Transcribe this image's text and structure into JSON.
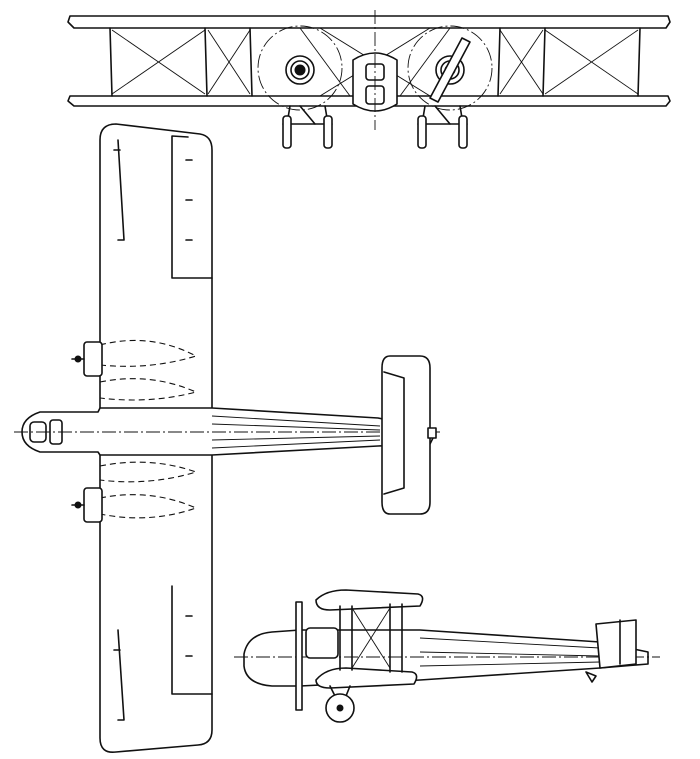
{
  "drawing": {
    "views": [
      "front-view",
      "plan-view",
      "side-view"
    ]
  }
}
